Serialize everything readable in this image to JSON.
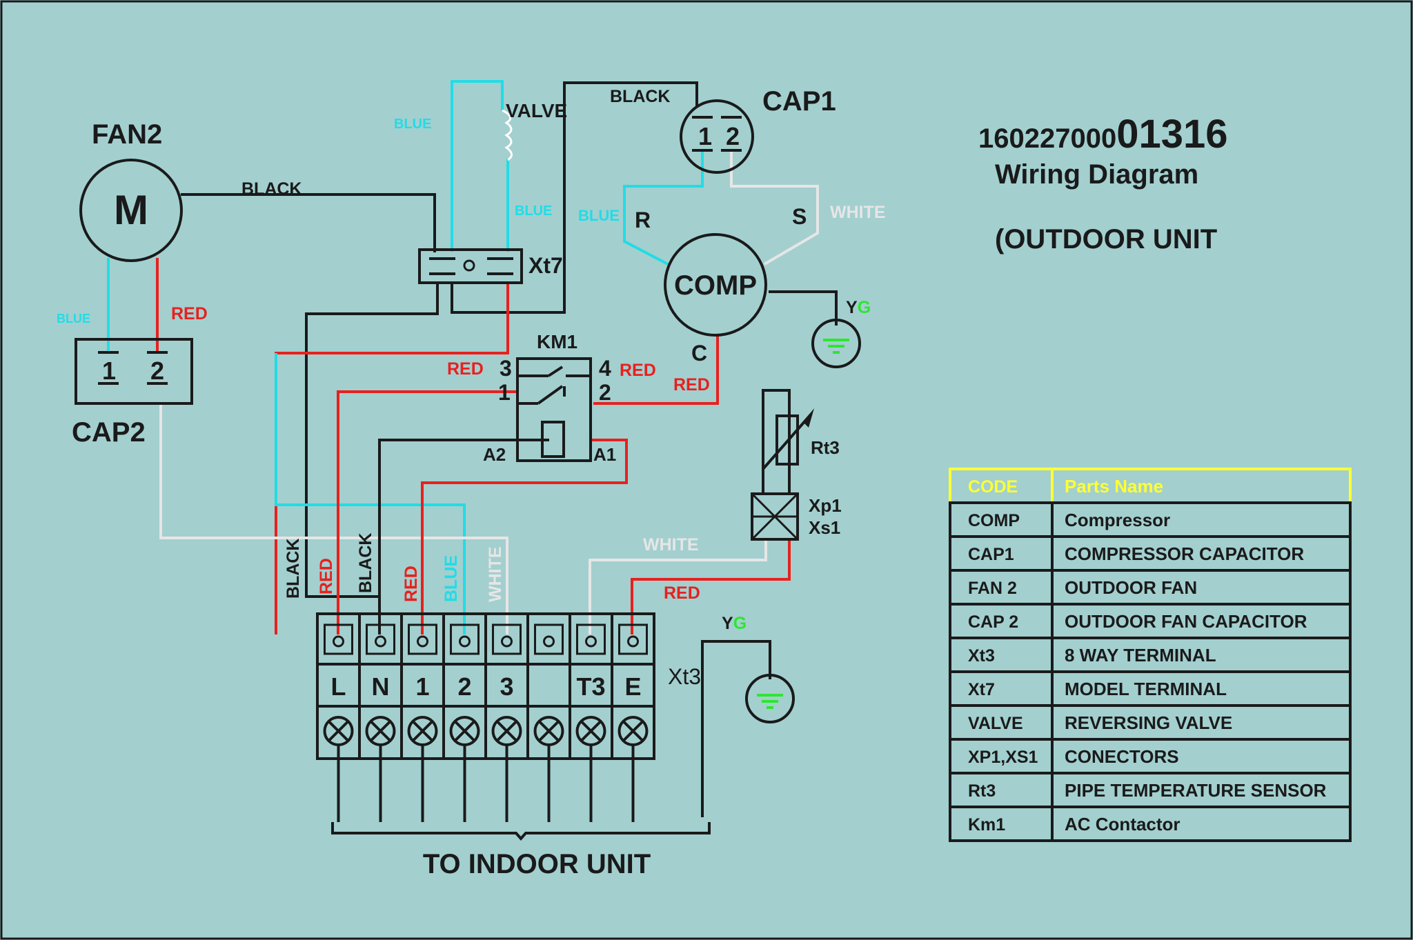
{
  "header": {
    "code_prefix": "160227000",
    "code_suffix": "01316",
    "title": "Wiring Diagram",
    "subtitle": "(OUTDOOR UNIT"
  },
  "components": {
    "fan": {
      "label": "FAN2",
      "symbol": "M"
    },
    "cap2": {
      "label": "CAP2",
      "pin1": "1",
      "pin2": "2"
    },
    "cap1": {
      "label": "CAP1",
      "pin1": "1",
      "pin2": "2"
    },
    "comp": {
      "label": "COMP",
      "r": "R",
      "s": "S",
      "c": "C"
    },
    "valve": {
      "label": "VALVE"
    },
    "xt7": {
      "label": "Xt7"
    },
    "km1": {
      "label": "KM1",
      "p3": "3",
      "p4": "4",
      "p1": "1",
      "p2": "2",
      "a1": "A1",
      "a2": "A2"
    },
    "rt3": {
      "label": "Rt3"
    },
    "xp1": {
      "label1": "Xp1",
      "label2": "Xs1"
    },
    "xt3": {
      "label": "Xt3"
    },
    "yg1": {
      "y": "Y",
      "g": "G"
    },
    "yg2": {
      "y": "Y",
      "g": "G"
    },
    "terminals": [
      "L",
      "N",
      "1",
      "2",
      "3",
      "",
      "T3",
      "E"
    ],
    "indoor": "TO INDOOR UNIT"
  },
  "wire_labels": {
    "black_fan": "BLACK",
    "black_top": "BLACK",
    "blue_fan": "BLUE",
    "red_fan": "RED",
    "blue_valve1": "BLUE",
    "blue_valve2": "BLUE",
    "blue_cap1": "BLUE",
    "white_cap1": "WHITE",
    "red_km_left": "RED",
    "red_km_right": "RED",
    "red_comp": "RED",
    "white_xs1": "WHITE",
    "red_xs1": "RED",
    "v_black1": "BLACK",
    "v_red1": "RED",
    "v_black2": "BLACK",
    "v_red2": "RED",
    "v_blue": "BLUE",
    "v_white": "WHITE"
  },
  "colors": {
    "background": "#a3cfcf",
    "black": "#1a1a1a",
    "red": "#e8201e",
    "blue": "#22dce6",
    "white": "#e6e6e6",
    "green": "#2ee62e",
    "yellow": "#ffff33"
  },
  "parts_table": {
    "headers": [
      "CODE",
      "Parts Name"
    ],
    "rows": [
      [
        "COMP",
        "Compressor"
      ],
      [
        "CAP1",
        "COMPRESSOR CAPACITOR"
      ],
      [
        "FAN 2",
        "OUTDOOR FAN"
      ],
      [
        "CAP 2",
        "OUTDOOR FAN CAPACITOR"
      ],
      [
        "Xt3",
        "8 WAY TERMINAL"
      ],
      [
        "Xt7",
        "MODEL TERMINAL"
      ],
      [
        "VALVE",
        "REVERSING VALVE"
      ],
      [
        "XP1,XS1",
        "CONECTORS"
      ],
      [
        "Rt3",
        "PIPE TEMPERATURE SENSOR"
      ],
      [
        "Km1",
        "AC Contactor"
      ]
    ]
  }
}
